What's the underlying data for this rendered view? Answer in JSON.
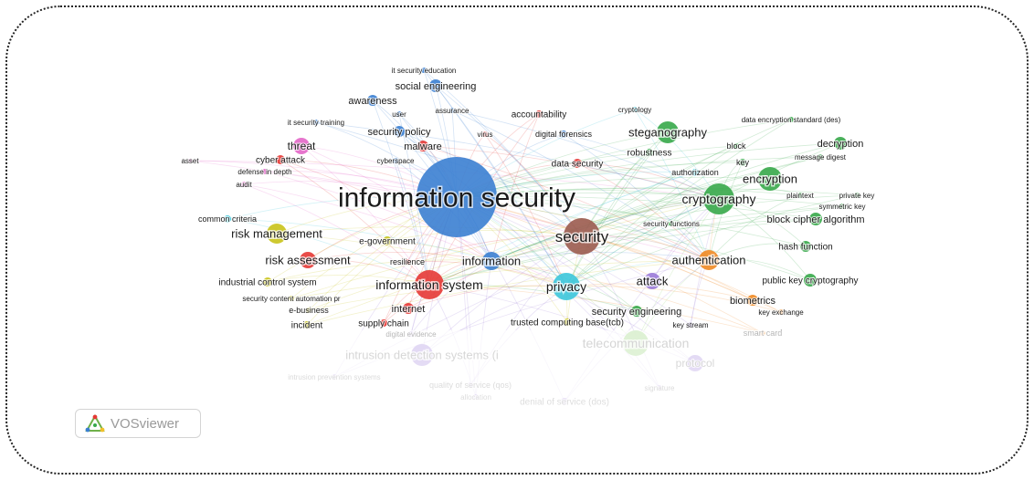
{
  "logo": {
    "label": "VOSviewer",
    "icon": "vosviewer-logo-icon"
  },
  "colors": {
    "blue": "#3b7fd1",
    "green": "#37a94a",
    "red": "#e53935",
    "yellow": "#c9c31a",
    "cyan": "#3cc6dc",
    "brown": "#9b5b4f",
    "orange": "#f08a24",
    "purple": "#9a7ad8",
    "pink": "#e366c8",
    "lightgreen": "#8fd06f",
    "edge": "#c9c9c9"
  },
  "network": {
    "nodes": [
      {
        "id": "n1",
        "label": "information security",
        "color": "blue",
        "weight": 22
      },
      {
        "id": "n2",
        "label": "security",
        "color": "brown",
        "weight": 9
      },
      {
        "id": "n3",
        "label": "cryptography",
        "color": "green",
        "weight": 8
      },
      {
        "id": "n4",
        "label": "information system",
        "color": "red",
        "weight": 7
      },
      {
        "id": "n5",
        "label": "privacy",
        "color": "cyan",
        "weight": 7
      },
      {
        "id": "n6",
        "label": "steganography",
        "color": "green",
        "weight": 6
      },
      {
        "id": "n7",
        "label": "encryption",
        "color": "green",
        "weight": 6
      },
      {
        "id": "n8",
        "label": "authentication",
        "color": "orange",
        "weight": 6
      },
      {
        "id": "n9",
        "label": "risk management",
        "color": "yellow",
        "weight": 6
      },
      {
        "id": "n10",
        "label": "risk assessment",
        "color": "red",
        "weight": 5
      },
      {
        "id": "n11",
        "label": "information",
        "color": "blue",
        "weight": 5
      },
      {
        "id": "n12",
        "label": "social engineering",
        "color": "blue",
        "weight": 5
      },
      {
        "id": "n13",
        "label": "threat",
        "color": "pink",
        "weight": 5
      },
      {
        "id": "n14",
        "label": "attack",
        "color": "purple",
        "weight": 5
      },
      {
        "id": "n15",
        "label": "security policy",
        "color": "blue",
        "weight": 4
      },
      {
        "id": "n16",
        "label": "awareness",
        "color": "blue",
        "weight": 4
      },
      {
        "id": "n17",
        "label": "malware",
        "color": "red",
        "weight": 4
      },
      {
        "id": "n18",
        "label": "decryption",
        "color": "green",
        "weight": 4
      },
      {
        "id": "n19",
        "label": "block cipher algorithm",
        "color": "green",
        "weight": 4
      },
      {
        "id": "n20",
        "label": "public key cryptography",
        "color": "green",
        "weight": 4
      },
      {
        "id": "n21",
        "label": "biometrics",
        "color": "orange",
        "weight": 4
      },
      {
        "id": "n22",
        "label": "security engineering",
        "color": "green",
        "weight": 4
      },
      {
        "id": "n23",
        "label": "telecommunication",
        "color": "lightgreen",
        "weight": 5
      },
      {
        "id": "n24",
        "label": "intrusion detection systems (i",
        "color": "purple",
        "weight": 5
      },
      {
        "id": "n25",
        "label": "protocol",
        "color": "purple",
        "weight": 4
      },
      {
        "id": "n26",
        "label": "hash function",
        "color": "green",
        "weight": 4
      },
      {
        "id": "n27",
        "label": "internet",
        "color": "red",
        "weight": 4
      },
      {
        "id": "n28",
        "label": "cyber attack",
        "color": "red",
        "weight": 3
      },
      {
        "id": "n29",
        "label": "data security",
        "color": "red",
        "weight": 3
      },
      {
        "id": "n30",
        "label": "e-government",
        "color": "yellow",
        "weight": 3
      },
      {
        "id": "n31",
        "label": "accountability",
        "color": "red",
        "weight": 3
      },
      {
        "id": "n32",
        "label": "digital forensics",
        "color": "blue",
        "weight": 3
      },
      {
        "id": "n33",
        "label": "robustness",
        "color": "green",
        "weight": 3
      },
      {
        "id": "n34",
        "label": "authorization",
        "color": "cyan",
        "weight": 3
      },
      {
        "id": "n35",
        "label": "key",
        "color": "green",
        "weight": 3
      },
      {
        "id": "n36",
        "label": "block",
        "color": "green",
        "weight": 2
      },
      {
        "id": "n37",
        "label": "message digest",
        "color": "green",
        "weight": 2
      },
      {
        "id": "n38",
        "label": "plaintext",
        "color": "green",
        "weight": 2
      },
      {
        "id": "n39",
        "label": "private key",
        "color": "green",
        "weight": 2
      },
      {
        "id": "n40",
        "label": "symmetric key",
        "color": "green",
        "weight": 2
      },
      {
        "id": "n41",
        "label": "security functions",
        "color": "green",
        "weight": 2
      },
      {
        "id": "n42",
        "label": "key exchange",
        "color": "orange",
        "weight": 2
      },
      {
        "id": "n43",
        "label": "smart card",
        "color": "orange",
        "weight": 2
      },
      {
        "id": "n44",
        "label": "key stream",
        "color": "purple",
        "weight": 2
      },
      {
        "id": "n45",
        "label": "trusted computing base(tcb)",
        "color": "yellow",
        "weight": 3
      },
      {
        "id": "n46",
        "label": "supply chain",
        "color": "red",
        "weight": 3
      },
      {
        "id": "n47",
        "label": "incident",
        "color": "yellow",
        "weight": 3
      },
      {
        "id": "n48",
        "label": "e-business",
        "color": "yellow",
        "weight": 2
      },
      {
        "id": "n49",
        "label": "industrial control system",
        "color": "yellow",
        "weight": 3
      },
      {
        "id": "n50",
        "label": "security content automation pr",
        "color": "yellow",
        "weight": 2
      },
      {
        "id": "n51",
        "label": "resilience",
        "color": "red",
        "weight": 2
      },
      {
        "id": "n52",
        "label": "common criteria",
        "color": "cyan",
        "weight": 3
      },
      {
        "id": "n53",
        "label": "asset",
        "color": "pink",
        "weight": 2
      },
      {
        "id": "n54",
        "label": "defense in depth",
        "color": "pink",
        "weight": 2
      },
      {
        "id": "n55",
        "label": "audit",
        "color": "pink",
        "weight": 2
      },
      {
        "id": "n56",
        "label": "it security training",
        "color": "blue",
        "weight": 2
      },
      {
        "id": "n57",
        "label": "it security education",
        "color": "blue",
        "weight": 2
      },
      {
        "id": "n58",
        "label": "user",
        "color": "blue",
        "weight": 2
      },
      {
        "id": "n59",
        "label": "assurance",
        "color": "blue",
        "weight": 2
      },
      {
        "id": "n60",
        "label": "virus",
        "color": "red",
        "weight": 2
      },
      {
        "id": "n61",
        "label": "cyberspace",
        "color": "blue",
        "weight": 2
      },
      {
        "id": "n62",
        "label": "cryptology",
        "color": "cyan",
        "weight": 2
      },
      {
        "id": "n63",
        "label": "data encryption standard (des)",
        "color": "green",
        "weight": 2
      },
      {
        "id": "n64",
        "label": "digital evidence",
        "color": "purple",
        "weight": 2
      },
      {
        "id": "n65",
        "label": "intrusion prevention systems",
        "color": "purple",
        "weight": 2
      },
      {
        "id": "n66",
        "label": "quality of service (qos)",
        "color": "purple",
        "weight": 2
      },
      {
        "id": "n67",
        "label": "allocation",
        "color": "purple",
        "weight": 2
      },
      {
        "id": "n68",
        "label": "denial of service (dos)",
        "color": "purple",
        "weight": 3
      },
      {
        "id": "n69",
        "label": "signature",
        "color": "purple",
        "weight": 2
      }
    ]
  }
}
